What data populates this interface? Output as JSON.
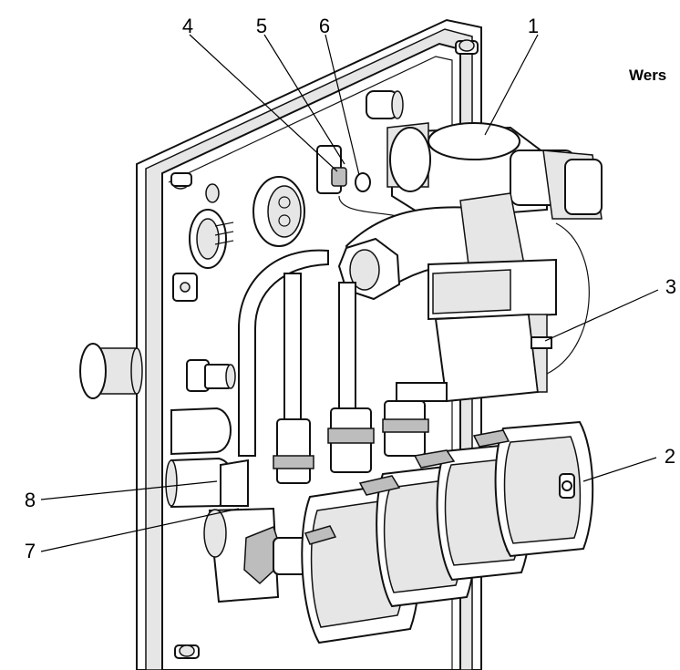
{
  "title": "Wers",
  "callouts": [
    {
      "id": "1",
      "label": "1"
    },
    {
      "id": "2",
      "label": "2"
    },
    {
      "id": "3",
      "label": "3"
    },
    {
      "id": "4",
      "label": "4"
    },
    {
      "id": "5",
      "label": "5"
    },
    {
      "id": "6",
      "label": "6"
    },
    {
      "id": "7",
      "label": "7"
    },
    {
      "id": "8",
      "label": "8"
    }
  ]
}
